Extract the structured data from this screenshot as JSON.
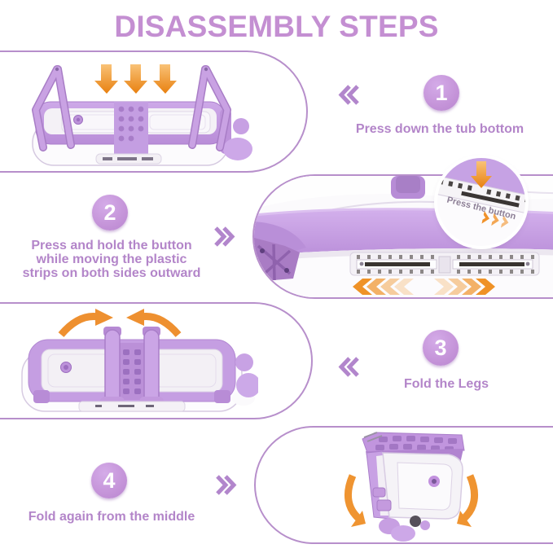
{
  "title": "DISASSEMBLY STEPS",
  "steps": [
    {
      "number": "1",
      "label": "Press down the tub bottom"
    },
    {
      "number": "2",
      "label": [
        "Press and hold the button",
        "while moving the plastic",
        "strips on both sides outward"
      ]
    },
    {
      "number": "3",
      "label": "Fold the Legs"
    },
    {
      "number": "4",
      "label": "Fold again from the middle"
    }
  ],
  "inset": {
    "label": "Press the button"
  },
  "colors": {
    "accent": "#c48fd2",
    "step_text": "#b385c9",
    "orange": "#ee8f1e",
    "tub_purple": "#c9a2e4",
    "capsule_border": "#b78fcb"
  },
  "icons": {
    "step1_pointer": "double-chevron-left",
    "step2_pointer": "double-chevron-right",
    "step3_pointer": "double-chevron-left",
    "step4_pointer": "double-chevron-right",
    "slide_direction": "orange-chevrons-outward",
    "press_direction": "orange-arrow-down"
  }
}
